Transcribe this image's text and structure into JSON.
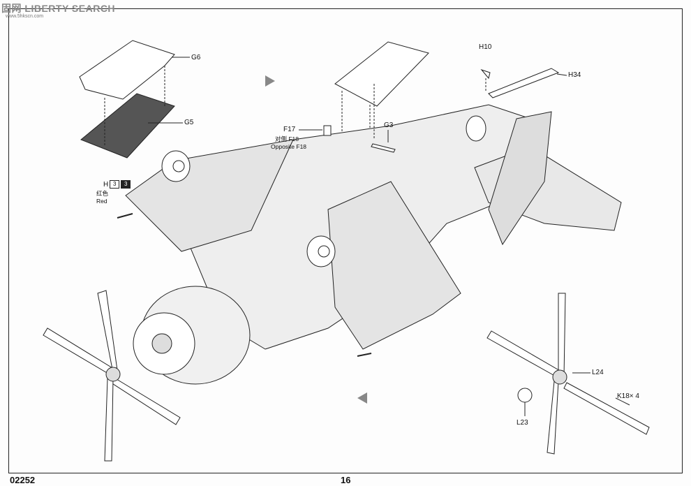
{
  "watermark": {
    "text": "LIBERTY SEARCH",
    "logo_text": "固网",
    "site": "www.5hkscn.com"
  },
  "step_number": "16",
  "product_code": "02252",
  "part_labels": {
    "g6": "G6",
    "g5": "G5",
    "h10": "H10",
    "h34": "H34",
    "f17": "F17",
    "f18_cn": "对侧  F18",
    "f18_en": "Opposite  F18",
    "g3": "G3",
    "l24": "L24",
    "l23": "L23",
    "k18": "K18",
    "k18_qty": "× 4"
  },
  "paint": {
    "letter": "H",
    "box1": "3",
    "box2": "3",
    "name_cn": "红色",
    "name_en": "Red",
    "color": "#b22222"
  }
}
